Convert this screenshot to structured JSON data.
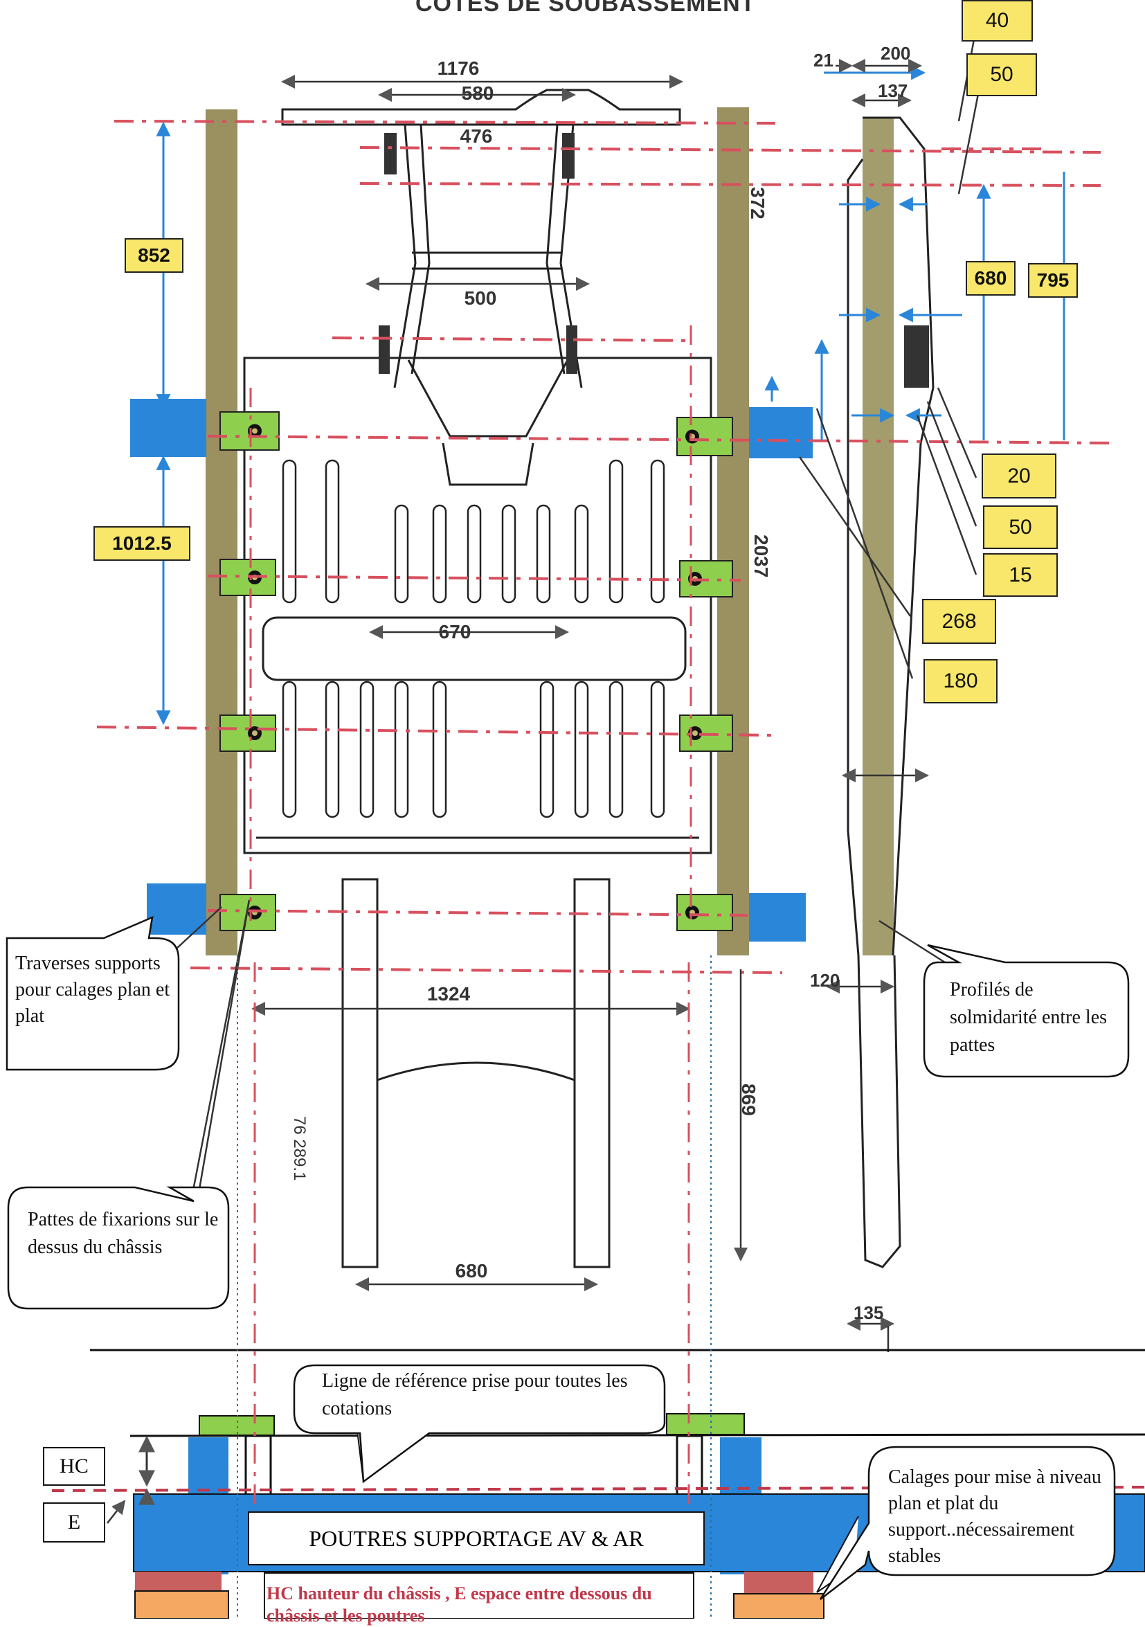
{
  "title": "COTES DE SOUBASSEMENT",
  "colors": {
    "beam_olive": "#9a9060",
    "support_blue": "#2a86d8",
    "pad_green": "#8fcf4e",
    "ref_line_red": "#d8505e",
    "dimension_box_yellow": "#f8e76a",
    "shim_red": "#c96060",
    "shim_orange": "#f5a862",
    "legend_text_red": "#c0384a"
  },
  "plan_view_dimensions": {
    "d1176": "1176",
    "d580": "580",
    "d476": "476",
    "d372": "372",
    "d500": "500",
    "d2037": "2037",
    "d670": "670",
    "d1324": "1324",
    "d869": "869",
    "d680": "680",
    "part_ref": "76 289.1"
  },
  "side_view_dimensions": {
    "d21": "21",
    "d200": "200",
    "d137": "137",
    "d120": "120",
    "d135": "135"
  },
  "yellow_boxes": {
    "b852": "852",
    "b1012": "1012.5",
    "b680": "680",
    "b795": "795",
    "b40": "40",
    "b50a": "50",
    "b20": "20",
    "b50b": "50",
    "b15": "15",
    "b268": "268",
    "b180": "180"
  },
  "callouts": {
    "traverses": "Traverses supports pour calages  plan et plat",
    "pattes": "Pattes de fixarions sur le dessus du châssis",
    "profiles": "Profilés de solmidarité entre les pattes",
    "ligne_ref": "Ligne de référence prise pour toutes les cotations",
    "calages": "Calages pour mise à niveau plan et plat du support..nécessairement stables"
  },
  "elevation": {
    "hc_label": "HC",
    "e_label": "E",
    "poutres_label": "POUTRES SUPPORTAGE AV & AR",
    "legend_text": "HC hauteur du châssis , E espace entre dessous du châssis et les poutres"
  }
}
